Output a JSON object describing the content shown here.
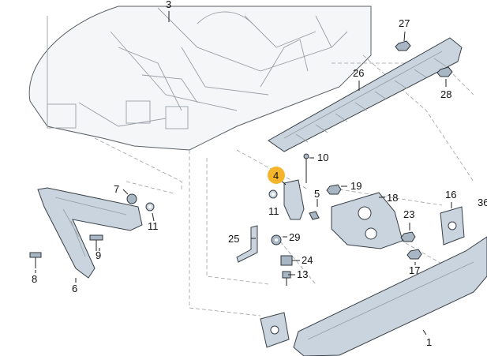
{
  "diagram": {
    "callouts": [
      {
        "id": "p1",
        "label": "1"
      },
      {
        "id": "p3",
        "label": "3"
      },
      {
        "id": "p4",
        "label": "4",
        "highlight": true
      },
      {
        "id": "p5",
        "label": "5"
      },
      {
        "id": "p6",
        "label": "6"
      },
      {
        "id": "p7",
        "label": "7"
      },
      {
        "id": "p8",
        "label": "8"
      },
      {
        "id": "p9",
        "label": "9"
      },
      {
        "id": "p10",
        "label": "10"
      },
      {
        "id": "p11a",
        "label": "11"
      },
      {
        "id": "p11b",
        "label": "11"
      },
      {
        "id": "p13",
        "label": "13"
      },
      {
        "id": "p16",
        "label": "16"
      },
      {
        "id": "p17",
        "label": "17"
      },
      {
        "id": "p18",
        "label": "18"
      },
      {
        "id": "p19",
        "label": "19"
      },
      {
        "id": "p23",
        "label": "23"
      },
      {
        "id": "p24",
        "label": "24"
      },
      {
        "id": "p25",
        "label": "25"
      },
      {
        "id": "p26",
        "label": "26"
      },
      {
        "id": "p27",
        "label": "27"
      },
      {
        "id": "p28",
        "label": "28"
      },
      {
        "id": "p29",
        "label": "29"
      },
      {
        "id": "p36",
        "label": "36"
      }
    ],
    "colors": {
      "highlight": "#f4b52a",
      "part": "#c9d4de",
      "line": "#222222"
    }
  }
}
